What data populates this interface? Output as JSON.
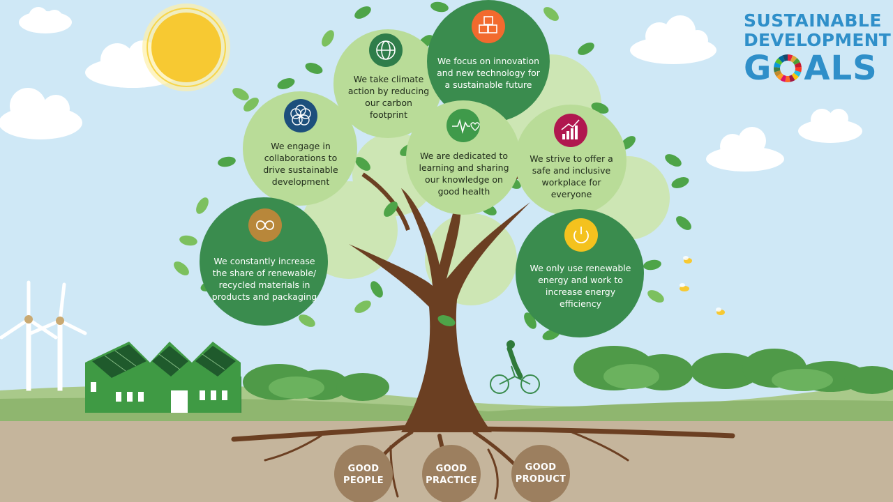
{
  "logo": {
    "line1": "SUSTAINABLE",
    "line2": "DEVELOPMENT",
    "line3_prefix": "G",
    "line3_suffix": "ALS"
  },
  "bubbles": [
    {
      "id": "climate",
      "icon": "globe-icon",
      "icon_color": "#2f7d4a",
      "text": "We take climate action by reducing our carbon footprint"
    },
    {
      "id": "innovation",
      "icon": "cubes-icon",
      "icon_color": "#f26a2e",
      "text": "We focus on innovation and new technology for a sustainable future"
    },
    {
      "id": "collaboration",
      "icon": "flower-icon",
      "icon_color": "#1d4f7c",
      "text": "We engage in collaborations to drive sustainable development"
    },
    {
      "id": "health",
      "icon": "heartbeat-icon",
      "icon_color": "#3f9a4a",
      "text": "We are dedicated to learning and sharing our knowledge on good health"
    },
    {
      "id": "workplace",
      "icon": "growth-chart-icon",
      "icon_color": "#b0184f",
      "text": "We strive to offer a safe and inclusive workplace for everyone"
    },
    {
      "id": "recycling",
      "icon": "recycle-infinity-icon",
      "icon_color": "#b8873a",
      "text": "We constantly increase the share of renewable/ recycled materials in products and packaging"
    },
    {
      "id": "energy",
      "icon": "sun-power-icon",
      "icon_color": "#f4c21e",
      "text": "We only use renewable energy and work to increase energy efficiency"
    }
  ],
  "roots": [
    {
      "id": "people",
      "line1": "GOOD",
      "line2": "PEOPLE"
    },
    {
      "id": "practice",
      "line1": "GOOD",
      "line2": "PRACTICE"
    },
    {
      "id": "product",
      "line1": "GOOD",
      "line2": "PRODUCT"
    }
  ],
  "colors": {
    "sky": "#cfe8f6",
    "ground": "#c5b59c",
    "grass": "#8fb66f",
    "dark_bubble": "#3a8c4e",
    "light_bubble": "#b9dc98",
    "trunk": "#6b3f22",
    "root_circle": "#9c7f5f",
    "logo_blue": "#2f8fc9"
  }
}
